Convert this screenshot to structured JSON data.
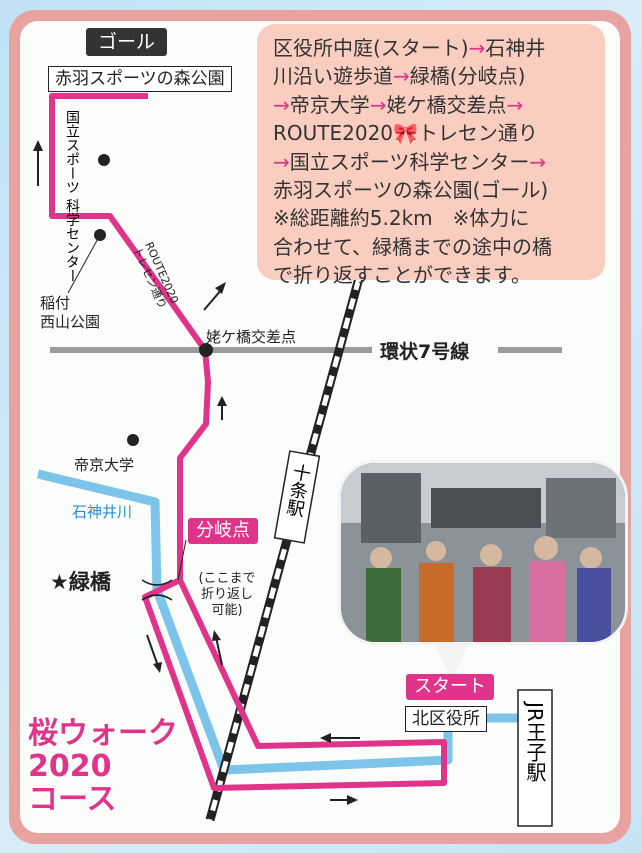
{
  "goal": {
    "tag": "ゴール",
    "name": "赤羽スポーツの森公園"
  },
  "start": {
    "tag": "スタート",
    "name": "北区役所"
  },
  "info": {
    "lines": [
      [
        "区役所中庭(スタート)",
        "→",
        "石神井"
      ],
      [
        "川沿い遊歩道",
        "→",
        "緑橋(分岐点)"
      ],
      [
        "→",
        "帝京大学",
        "→",
        "姥ケ橋交差点",
        "→"
      ],
      [
        "ROUTE2020",
        "🎀",
        "トレセン通り"
      ],
      [
        "→",
        "国立スポーツ科学センター",
        "→"
      ],
      [
        "赤羽スポーツの森公園(ゴール)"
      ],
      [
        "※総距離約5.2km　※体力に"
      ],
      [
        "合わせて、緑橋までの途中の橋"
      ],
      [
        "で折り返すことができます。"
      ]
    ]
  },
  "places": {
    "sports_center_col1": "国立スポーツ",
    "sports_center_col2": "科学センター",
    "inage_line1": "稲付",
    "inage_line2": "西山公園",
    "ubagahashi": "姥ケ橋交差点",
    "kanjo7": "環状7号線",
    "teikyo": "帝京大学",
    "shakujii_river": "石神井川",
    "midoribashi": "★緑橋",
    "branch": "分岐点",
    "branch_note_1": "(ここまで",
    "branch_note_2": "折り返し",
    "branch_note_3": "可能)",
    "juujou_station": "十条駅",
    "oji_station": "JR王子駅",
    "route2020_line1": "ROUTE2020",
    "route2020_line2": "トレセン通り"
  },
  "title": {
    "line1": "桜ウォーク",
    "line2": "2020",
    "line3": "コース"
  },
  "colors": {
    "route": "#e0348a",
    "river": "#7cc4ea",
    "road": "#9a9a9a",
    "rail": "#222222",
    "frame": "#e8a3a1",
    "info_bg": "#f9cdbf",
    "title": "#e0348a"
  }
}
